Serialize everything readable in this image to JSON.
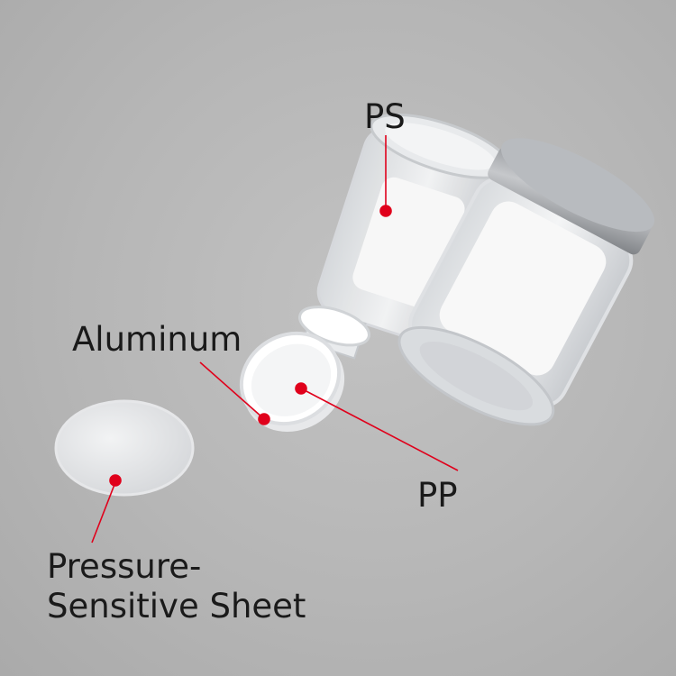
{
  "labels": {
    "ps": "PS",
    "aluminum": "Aluminum",
    "pp": "PP",
    "pressure_sensitive_line1": "Pressure-",
    "pressure_sensitive_line2": "Sensitive Sheet"
  },
  "colors": {
    "background": "#b9b9b9",
    "callout": "#e0001b",
    "text": "#1a1a1a"
  }
}
